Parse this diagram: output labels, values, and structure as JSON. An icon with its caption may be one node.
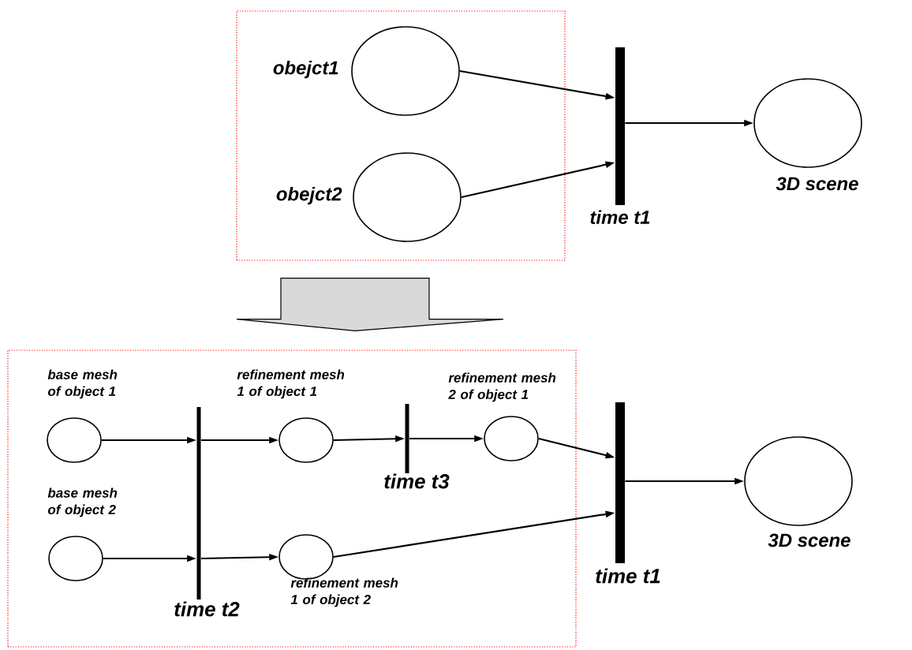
{
  "diagram": {
    "nodes": [
      {
        "text": [],
        "shape": "box"
      },
      {
        "text": [],
        "shape": "circle",
        "beside": [
          "obejct1"
        ],
        "in": 0
      },
      {
        "text": [],
        "shape": "circle",
        "beside": [
          "obejct2"
        ],
        "in": 0
      },
      {
        "text": [],
        "shape": "bar",
        "beside": [
          "time t1"
        ]
      },
      {
        "text": [],
        "shape": "circle",
        "beside": [
          "3D scene"
        ]
      },
      {
        "text": [],
        "shape": "box"
      },
      {
        "text": [],
        "shape": "circle",
        "beside": [
          "base mesh of object 1"
        ],
        "in": 5
      },
      {
        "text": [],
        "shape": "circle",
        "beside": [
          "base mesh of object 2"
        ],
        "in": 5
      },
      {
        "text": [],
        "shape": "bar",
        "beside": [
          "time t2"
        ],
        "in": 5
      },
      {
        "text": [],
        "shape": "circle",
        "beside": [
          "refinement mesh 1 of object 1"
        ],
        "in": 5
      },
      {
        "text": [],
        "shape": "bar",
        "beside": [
          "time t3"
        ],
        "in": 5
      },
      {
        "text": [],
        "shape": "circle",
        "beside": [
          "refinement mesh 2 of object 1"
        ],
        "in": 5
      },
      {
        "text": [],
        "shape": "circle",
        "beside": [
          "refinement mesh 1 of object 2"
        ],
        "in": 5
      },
      {
        "text": [],
        "shape": "bar",
        "beside": [
          "time t1"
        ]
      },
      {
        "text": [],
        "shape": "circle",
        "beside": [
          "3D scene"
        ]
      }
    ],
    "edges": [
      {
        "from": 1,
        "to": 3,
        "arrow": "to"
      },
      {
        "from": 2,
        "to": 3,
        "arrow": "to"
      },
      {
        "from": 3,
        "to": 4,
        "arrow": "to"
      },
      {
        "from": 0,
        "to": 5,
        "arrow": "to",
        "color": "#d9d9d9"
      },
      {
        "from": 6,
        "to": 8,
        "arrow": "to"
      },
      {
        "from": 7,
        "to": 8,
        "arrow": "to"
      },
      {
        "from": 8,
        "to": 9,
        "arrow": "to"
      },
      {
        "from": 8,
        "to": 12,
        "arrow": "to"
      },
      {
        "from": 9,
        "to": 10,
        "arrow": "to"
      },
      {
        "from": 10,
        "to": 11,
        "arrow": "to"
      },
      {
        "from": 11,
        "to": 13,
        "arrow": "to"
      },
      {
        "from": 12,
        "to": 13,
        "arrow": "to"
      },
      {
        "from": 13,
        "to": 14,
        "arrow": "to"
      }
    ]
  }
}
